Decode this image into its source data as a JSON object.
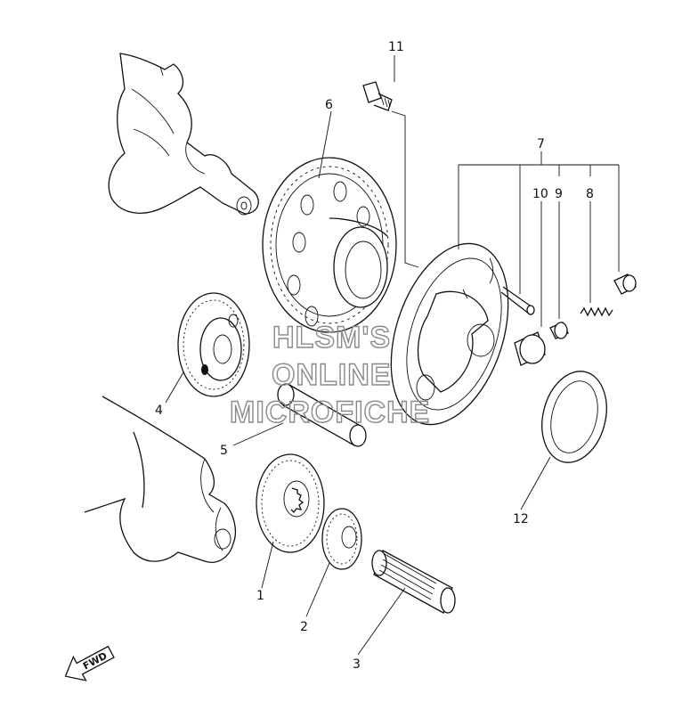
{
  "callouts": {
    "c1": "1",
    "c2": "2",
    "c3": "3",
    "c4": "4",
    "c5": "5",
    "c6": "6",
    "c7": "7",
    "c8": "8",
    "c9": "9",
    "c10": "10",
    "c11": "11",
    "c12": "12"
  },
  "watermark": {
    "line1": "HLSM'S",
    "line2": "ONLINE",
    "line3": "MICROFICHE"
  },
  "direction_tag": "FWD"
}
